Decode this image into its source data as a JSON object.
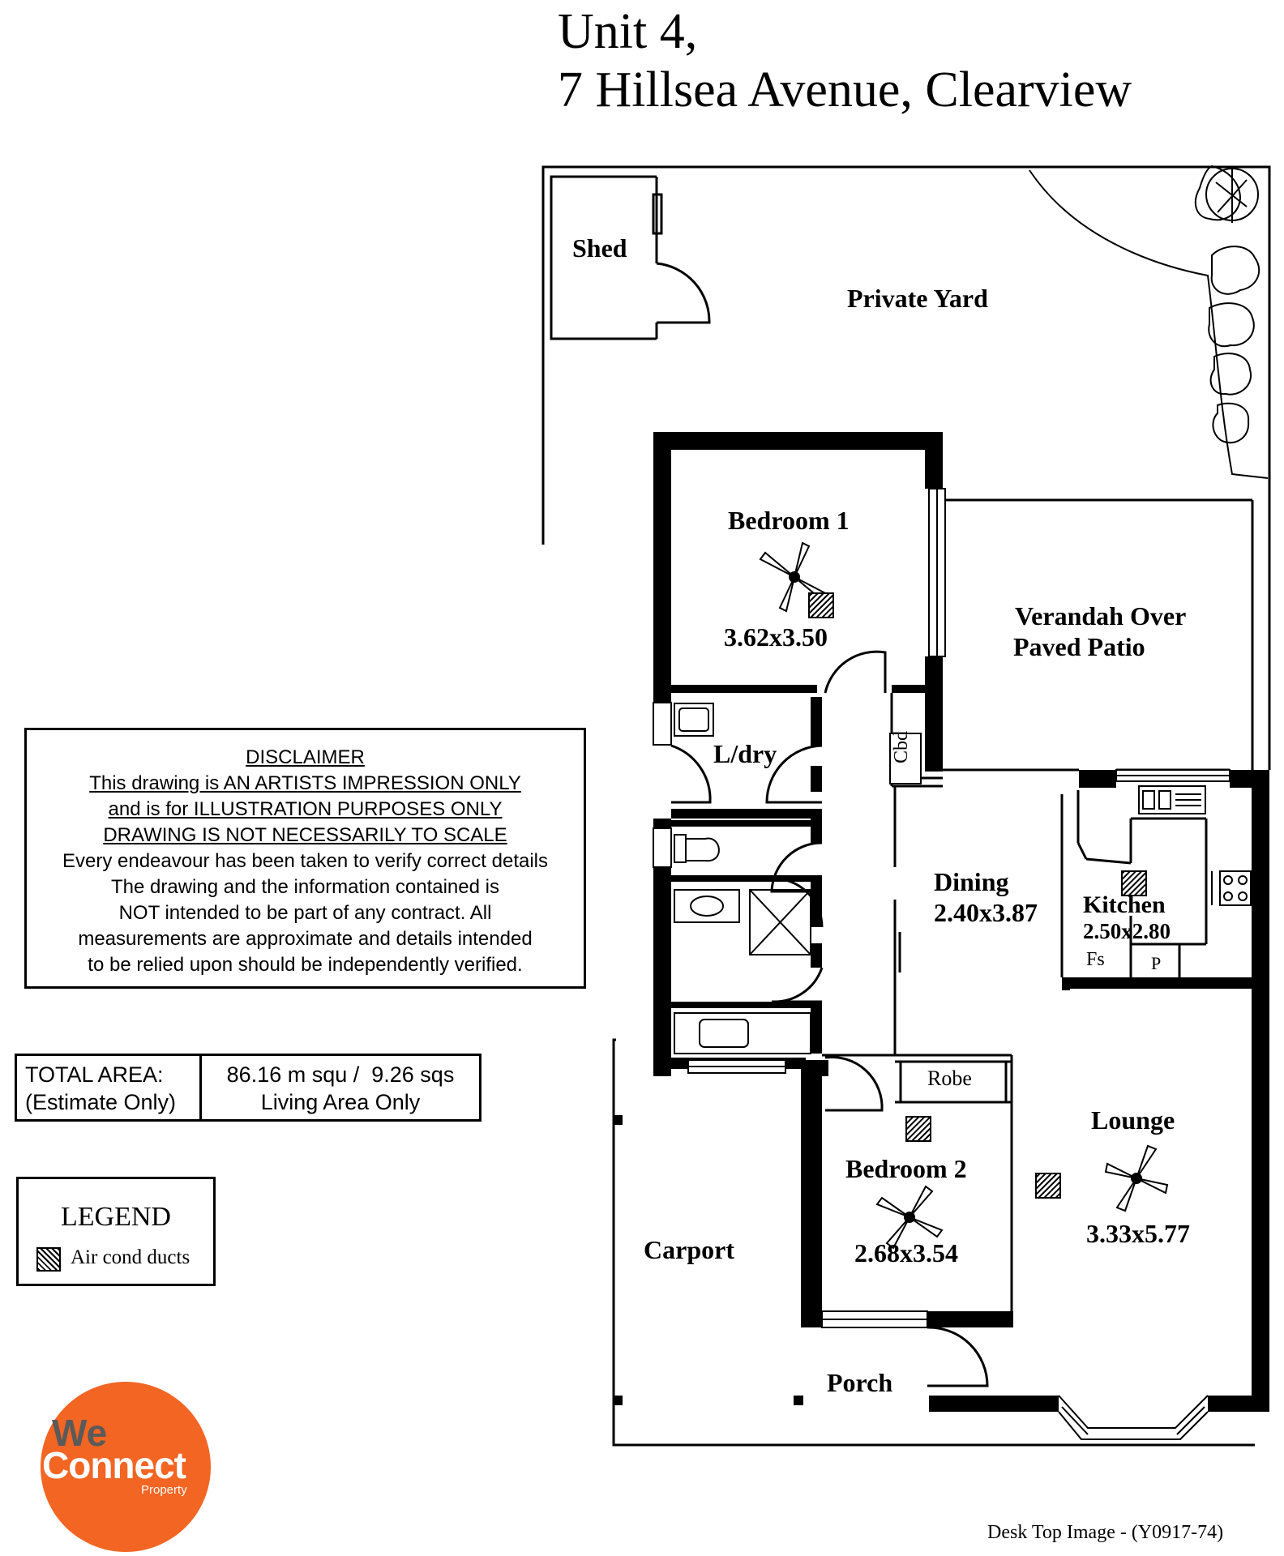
{
  "title": {
    "line1": "Unit 4,",
    "line2": "7 Hillsea Avenue, Clearview"
  },
  "rooms": {
    "shed": "Shed",
    "private_yard": "Private Yard",
    "bedroom1": {
      "name": "Bedroom 1",
      "size": "3.62x3.50"
    },
    "verandah": {
      "line1": "Verandah Over",
      "line2": "Paved Patio"
    },
    "laundry": "L/dry",
    "cupboard": "Cbd",
    "dining": {
      "name": "Dining",
      "size": "2.40x3.87"
    },
    "kitchen": {
      "name": "Kitchen",
      "size": "2.50x2.80",
      "fridge_space": "Fs",
      "pantry": "P"
    },
    "robe": "Robe",
    "bedroom2": {
      "name": "Bedroom 2",
      "size": "2.68x3.54"
    },
    "lounge": {
      "name": "Lounge",
      "size": "3.33x5.77"
    },
    "carport": "Carport",
    "porch": "Porch"
  },
  "disclaimer": {
    "heading": "DISCLAIMER",
    "underlined": [
      "This drawing is AN ARTISTS IMPRESSION ONLY",
      "and is for ILLUSTRATION PURPOSES ONLY",
      "DRAWING IS NOT NECESSARILY TO SCALE"
    ],
    "body": [
      "Every endeavour has been taken to verify correct details",
      "The drawing and the information contained is",
      "NOT intended to be part of any contract. All",
      "measurements are approximate and details intended",
      "to be relied upon should be independently verified."
    ]
  },
  "total_area": {
    "label_line1": "TOTAL AREA:",
    "label_line2": "(Estimate Only)",
    "value_line1": "86.16 m squ /  9.26 sqs",
    "value_line2": "Living Area Only"
  },
  "legend": {
    "title": "LEGEND",
    "item": "Air cond ducts"
  },
  "logo": {
    "word1": "We",
    "word2": "Connect",
    "word3": "Property"
  },
  "footer": "Desk Top Image - (Y0917-74)"
}
